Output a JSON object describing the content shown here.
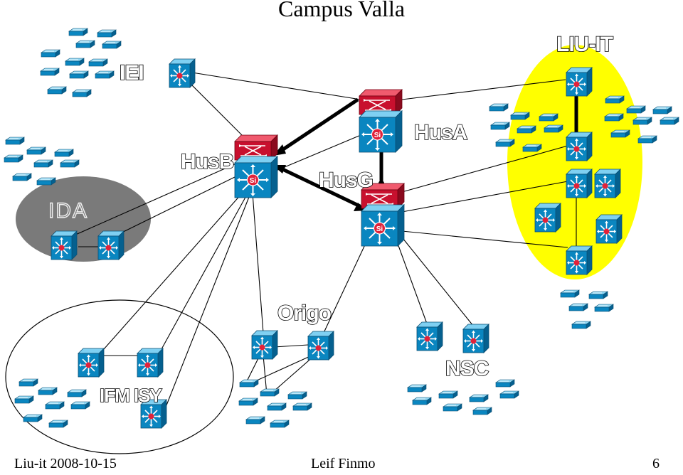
{
  "title": "Campus Valla",
  "labels": {
    "iei": "IEI",
    "ida": "IDA",
    "husb": "HusB",
    "husa": "HusA",
    "husg": "HusG",
    "liuit": "LIU-IT",
    "origo": "Origo",
    "nsc": "NSC",
    "ifmisy": "IFM ISY"
  },
  "router_badge": "Si",
  "footer": {
    "left": "Liu-it 2008-10-15",
    "center": "Leif Finmo",
    "right": "6"
  },
  "colors": {
    "switch_blue": "#0a86c0",
    "router_red": "#c8102e",
    "ida_zone": "#7a7a7a",
    "liuit_zone": "#ffff00"
  }
}
